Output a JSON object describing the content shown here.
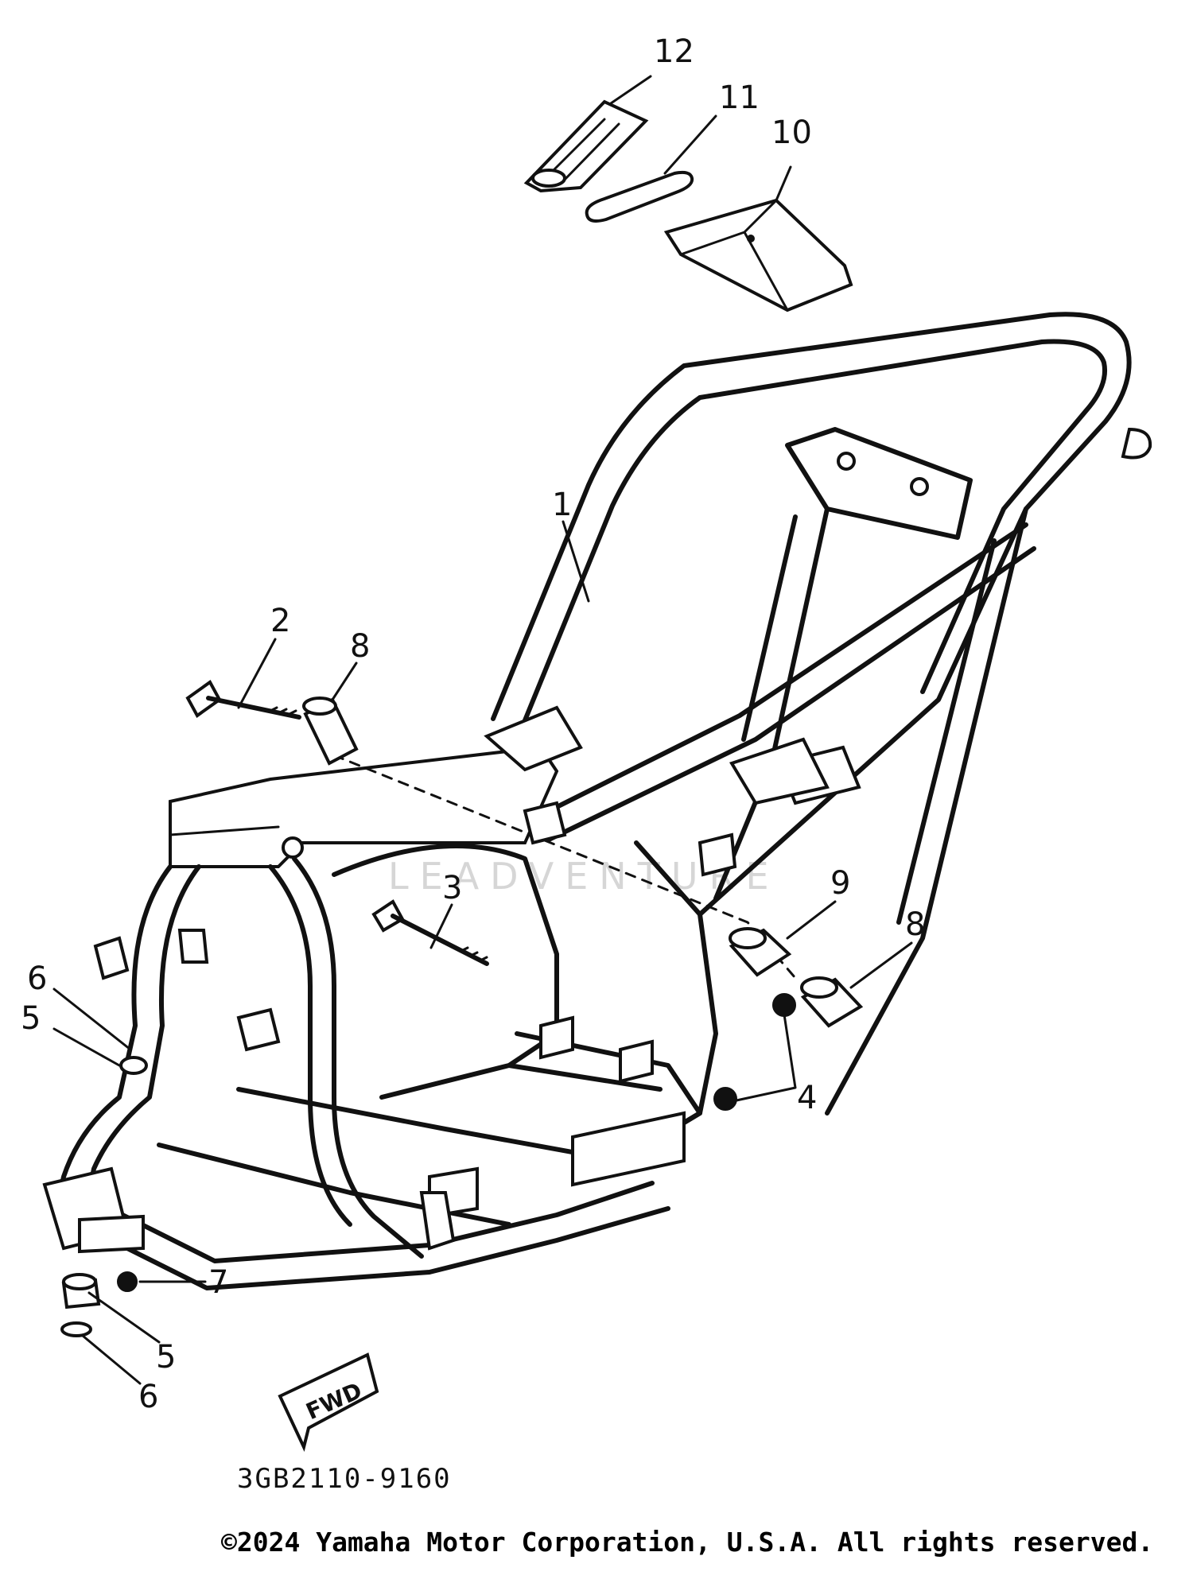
{
  "watermark": "LEADVENTURE",
  "callouts": [
    {
      "id": "1",
      "label": "1"
    },
    {
      "id": "2",
      "label": "2"
    },
    {
      "id": "3",
      "label": "3"
    },
    {
      "id": "4",
      "label": "4"
    },
    {
      "id": "5a",
      "label": "5"
    },
    {
      "id": "5b",
      "label": "5"
    },
    {
      "id": "6a",
      "label": "6"
    },
    {
      "id": "6b",
      "label": "6"
    },
    {
      "id": "7",
      "label": "7"
    },
    {
      "id": "8a",
      "label": "8"
    },
    {
      "id": "8b",
      "label": "8"
    },
    {
      "id": "9",
      "label": "9"
    },
    {
      "id": "10",
      "label": "10"
    },
    {
      "id": "11",
      "label": "11"
    },
    {
      "id": "12",
      "label": "12"
    }
  ],
  "fwd_label": "FWD",
  "part_code": "3GB2110-9160",
  "copyright": "©2024 Yamaha Motor Corporation, U.S.A. All rights reserved."
}
